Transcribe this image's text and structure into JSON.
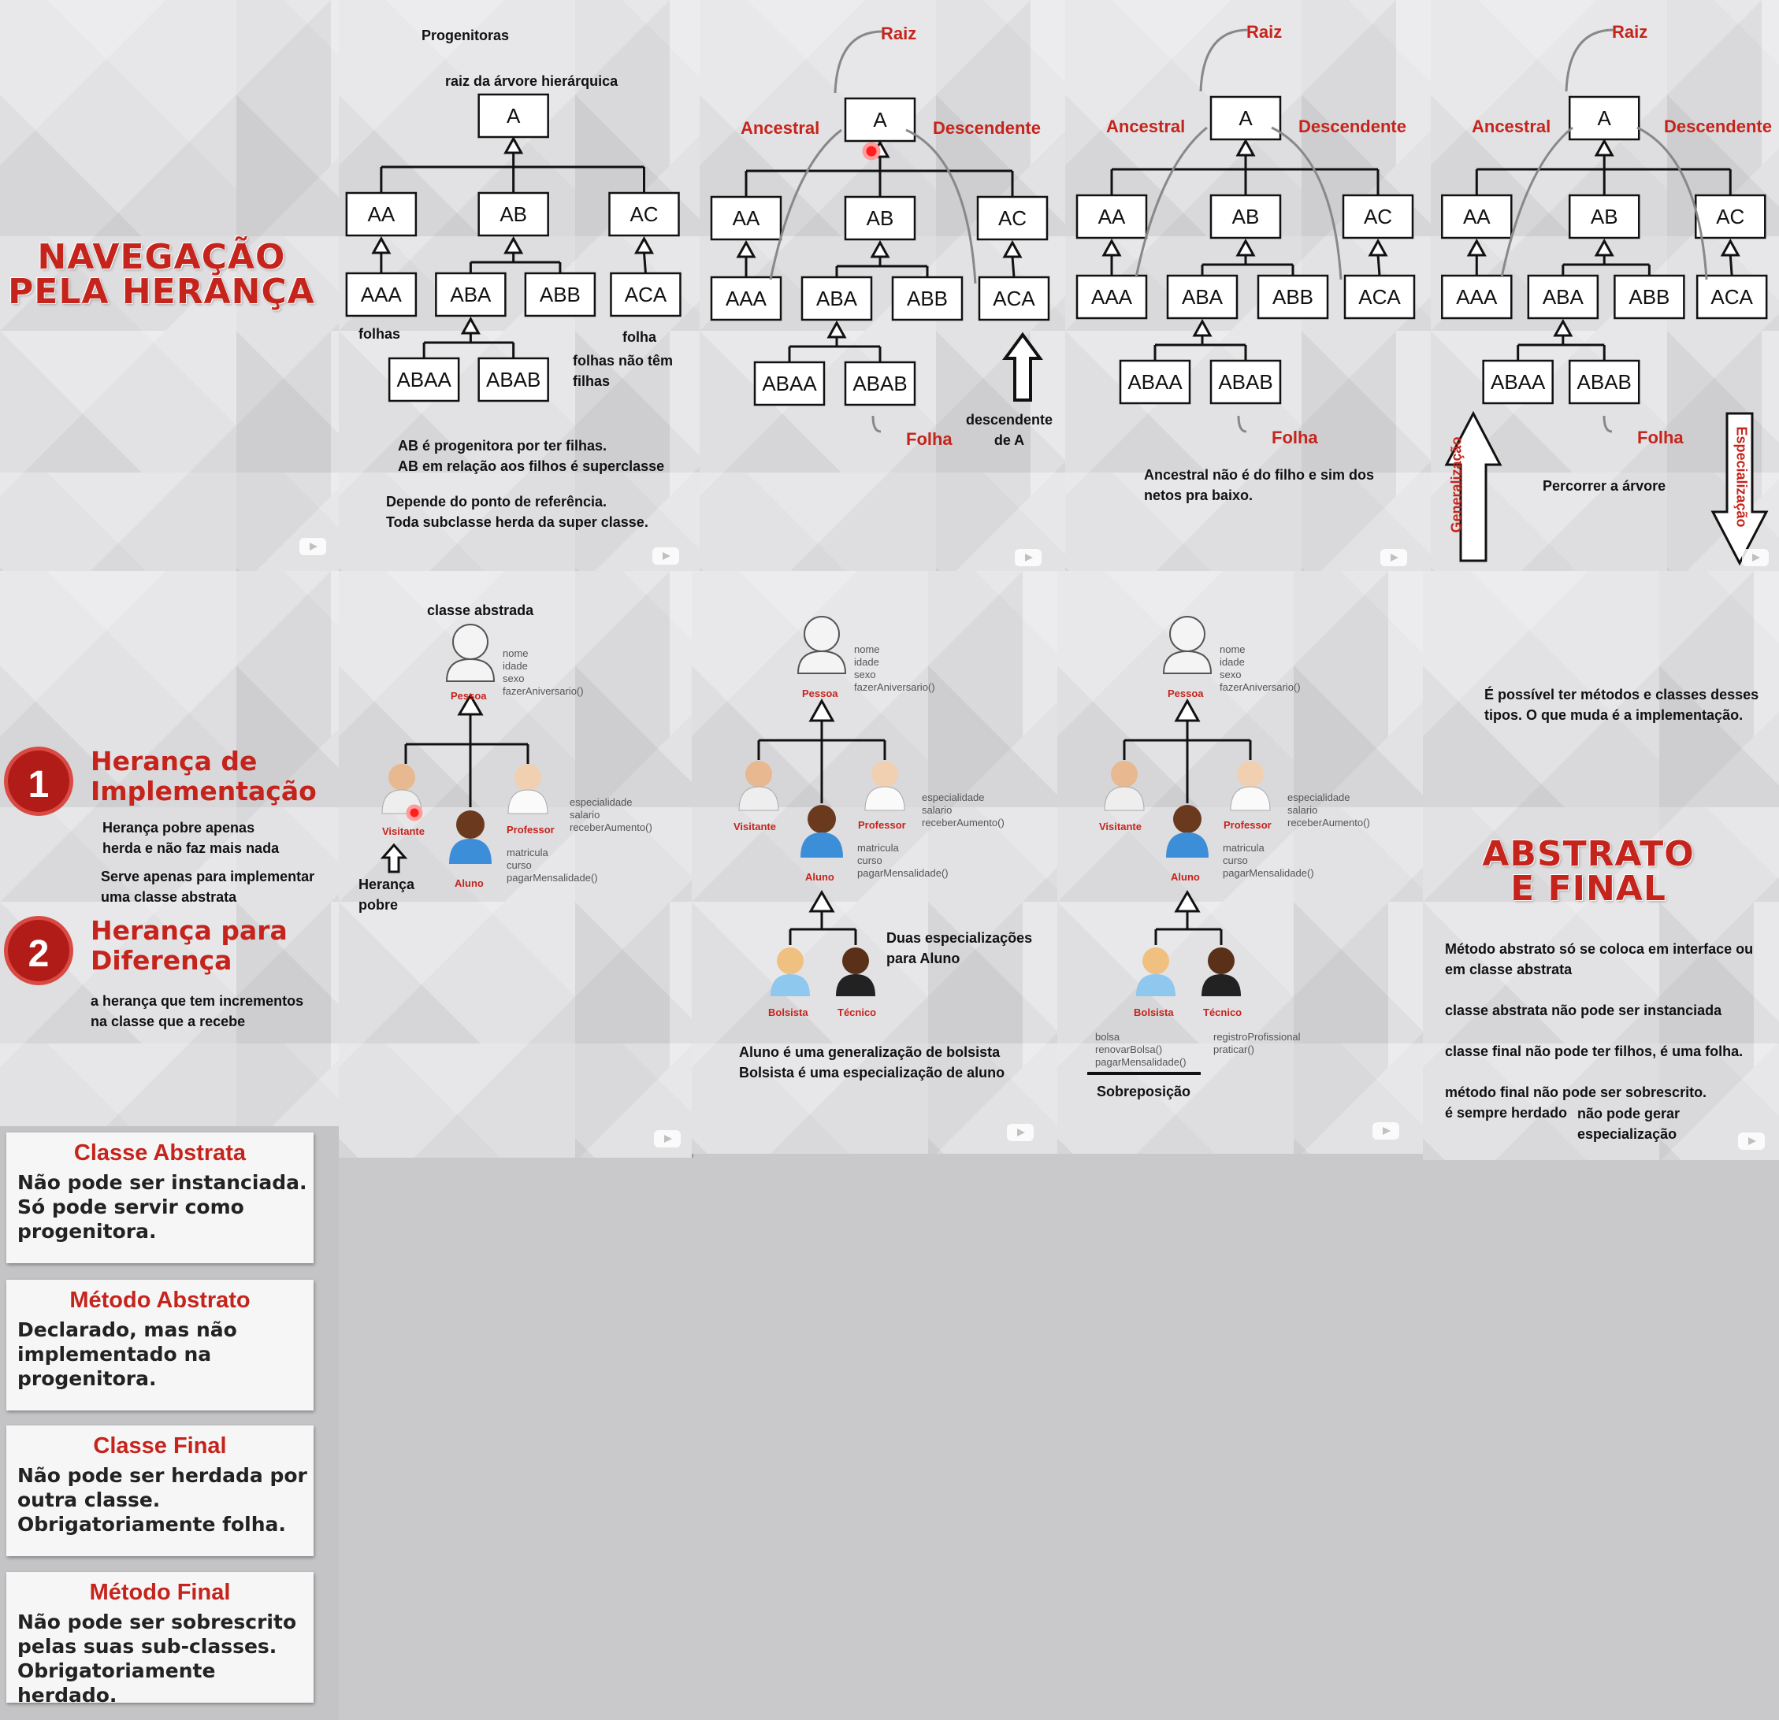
{
  "titles": {
    "nav": "NAVEGAÇÃO\nPELA HERANÇA",
    "abstrato": "ABSTRATO\nE FINAL"
  },
  "tree": {
    "A": "A",
    "AA": "AA",
    "AB": "AB",
    "AC": "AC",
    "AAA": "AAA",
    "ABA": "ABA",
    "ABB": "ABB",
    "ACA": "ACA",
    "ABAA": "ABAA",
    "ABAB": "ABAB"
  },
  "panel1": {
    "progenitoras": "Progenitoras",
    "raiz_label": "raiz da árvore hierárquica",
    "folhas": "folhas",
    "folha": "folha",
    "folhas_nao": "folhas não têm\nfilhas",
    "note1": "AB é progenitora por ter filhas.\nAB em relação aos filhos é superclasse",
    "note2": "Depende do ponto de referência.\nToda subclasse herda da super classe."
  },
  "labels": {
    "raiz": "Raiz",
    "ancestral": "Ancestral",
    "descendente": "Descendente",
    "folha": "Folha",
    "generalizacao": "Generalização",
    "especializacao": "Especialização"
  },
  "panel2": {
    "descendente_de_a": "descendente\nde A"
  },
  "panel3": {
    "note": "Ancestral não é do filho e sim dos\nnetos pra baixo."
  },
  "panel4": {
    "note": "Percorrer a árvore"
  },
  "heranca": {
    "num1": "1",
    "title1": "Herança de\nImplementação",
    "desc1a": "Herança pobre apenas\nherda e não faz mais nada",
    "desc1b": "Serve apenas para implementar\numa classe abstrata",
    "num2": "2",
    "title2": "Herança para\nDiferença",
    "desc2": "a herança que tem incrementos\nna classe que a recebe"
  },
  "uml": {
    "classe_abstrada": "classe abstrada",
    "pessoa": "Pessoa",
    "pessoa_attrs": [
      "nome",
      "idade",
      "sexo",
      "fazerAniversario()"
    ],
    "visitante": "Visitante",
    "aluno": "Aluno",
    "professor": "Professor",
    "prof_attrs": [
      "especialidade",
      "salario",
      "receberAumento()"
    ],
    "aluno_attrs": [
      "matricula",
      "curso",
      "pagarMensalidade()"
    ],
    "heranca_pobre": "Herança\npobre",
    "bolsista": "Bolsista",
    "tecnico": "Técnico",
    "duas_especializacoes": "Duas especializações\npara Aluno",
    "aluno_generalizacao": "Aluno é uma generalização de bolsista\nBolsista é uma especialização de aluno",
    "bolsista_attrs": [
      "bolsa",
      "renovarBolsa()",
      "pagarMensalidade()"
    ],
    "tecnico_attrs": [
      "registroProfissional",
      "praticar()"
    ],
    "sobreposicao": "Sobreposição"
  },
  "final_panel": {
    "top_note": "É possível ter métodos e classes desses\ntipos. O que muda é a implementação.",
    "n1": "Método abstrato só se coloca em interface ou\nem classe abstrata",
    "n2": "classe abstrata não pode ser instanciada",
    "n3": "classe final não pode ter filhos, é uma folha.",
    "n4": "método final não pode ser sobrescrito.\né sempre herdado",
    "n5": "não pode gerar\nespecialização"
  },
  "cards": [
    {
      "title": "Classe Abstrata",
      "body": "Não pode ser instanciada.\nSó pode servir como\nprogenitora."
    },
    {
      "title": "Método Abstrato",
      "body": "Declarado, mas não\nimplementado na\nprogenitora."
    },
    {
      "title": "Classe Final",
      "body": "Não pode ser herdada por\noutra classe.\nObrigatoriamente folha."
    },
    {
      "title": "Método Final",
      "body": "Não pode ser sobrescrito\npelas suas sub-classes.\nObrigatoriamente herdado."
    }
  ],
  "colors": {
    "accent": "#c5241c",
    "panel_bg": "#e2e2e4",
    "page_bg": "#c9c9cb"
  }
}
